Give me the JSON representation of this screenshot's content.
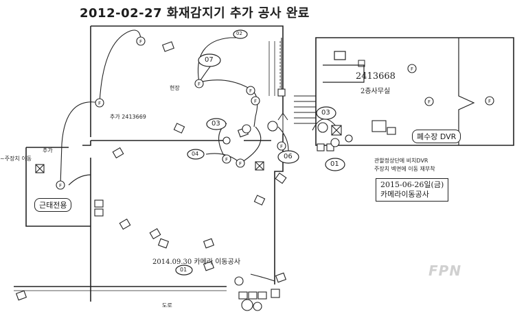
{
  "title": "2012-02-27 화재감지기 추가 공사 완료",
  "labels": {
    "office_no": "2413668",
    "office_name": "2층사무실",
    "site": "현장",
    "added_no": "추가  2413669",
    "left_room": "~주장치 이동",
    "left_added": "추가",
    "road": "도로",
    "cam_move_2014": "2014.09.30 카메라 이동공사",
    "dvr": "폐수장 DVR",
    "dvr_note_line1": "관할정상단에 비치DVR",
    "dvr_note_line2": "주장치 벽면에 이동 재부착",
    "move_2015_line1": "2015-06-26일(금)",
    "move_2015_line2": "카메라이동공사",
    "attendance": "근태전용"
  },
  "markers": {
    "m01_bottom": "01",
    "m01_right": "01",
    "m02": "02",
    "m03_mid": "03",
    "m03_right": "03",
    "m04": "04",
    "m06": "06",
    "m07": "07"
  },
  "detector_symbol": "F",
  "watermark": "FPN",
  "colors": {
    "ink": "#1a1a1a",
    "paper": "#ffffff",
    "watermark": "#d0d0d0"
  }
}
